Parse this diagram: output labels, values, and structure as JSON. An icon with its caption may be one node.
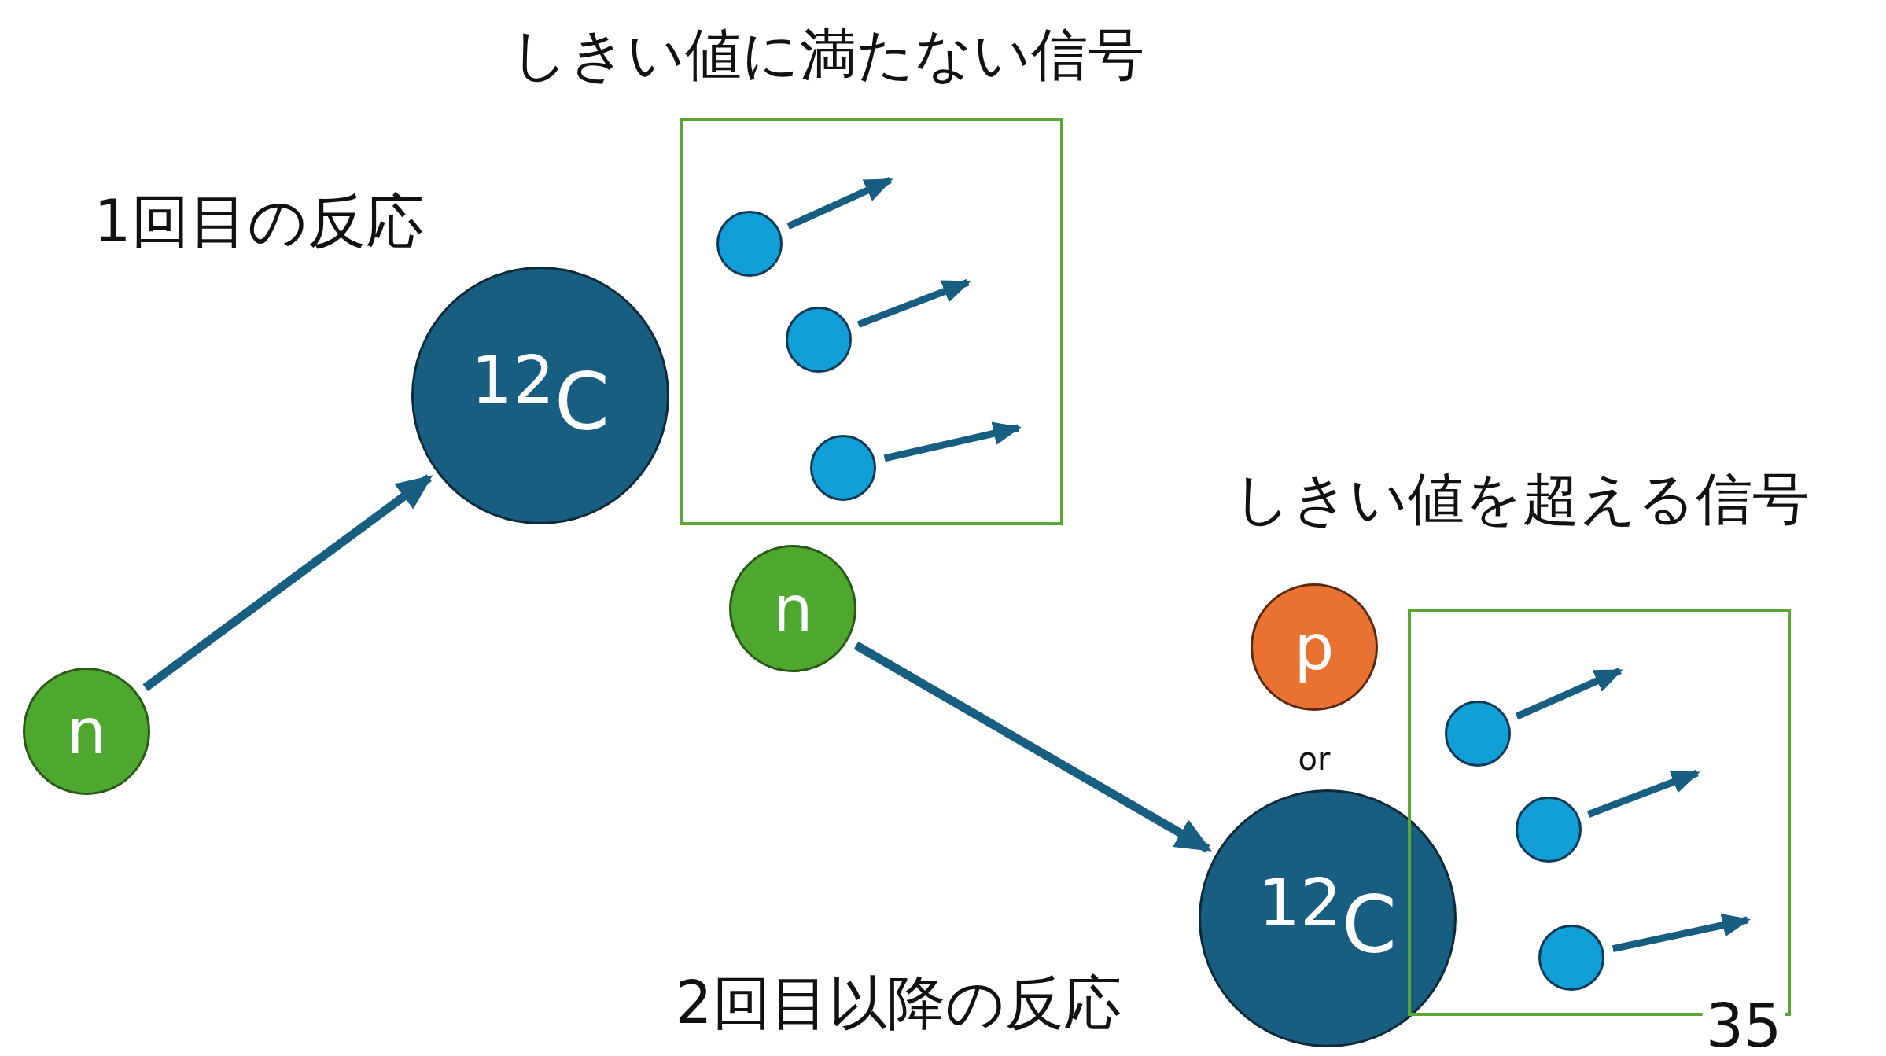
{
  "diagram": {
    "nodes": [
      {
        "text": [
          "n"
        ]
      },
      {
        "text": [
          "$^{12}$C"
        ]
      },
      {
        "text": [
          "しきい値に満たない信号"
        ]
      },
      {
        "text": [],
        "shape": "circle",
        "in": 2
      },
      {
        "text": [],
        "shape": "circle",
        "in": 2
      },
      {
        "text": [],
        "shape": "circle",
        "in": 2
      },
      {
        "text": [
          "n"
        ]
      },
      {
        "text": [
          "p"
        ]
      },
      {
        "text": [
          "$^{12}$C"
        ]
      },
      {
        "text": [
          "しきい値を超える信号"
        ]
      },
      {
        "text": [],
        "shape": "circle",
        "in": 9
      },
      {
        "text": [],
        "shape": "circle",
        "in": 9
      },
      {
        "text": [],
        "shape": "circle",
        "in": 9
      }
    ],
    "edges": [
      {
        "from": 0,
        "to": 1,
        "arrow": "to"
      },
      {
        "from": 3,
        "to": null,
        "arrow": "to"
      },
      {
        "from": 4,
        "to": null,
        "arrow": "to"
      },
      {
        "from": 5,
        "to": null,
        "arrow": "to"
      },
      {
        "from": 6,
        "to": 8,
        "arrow": "to"
      },
      {
        "from": 10,
        "to": null,
        "arrow": "to"
      },
      {
        "from": 11,
        "to": null,
        "arrow": "to"
      },
      {
        "from": 12,
        "to": null,
        "arrow": "to"
      }
    ],
    "labels": [
      "1回目の反応",
      "or",
      "2回目以降の反応",
      "35"
    ]
  }
}
